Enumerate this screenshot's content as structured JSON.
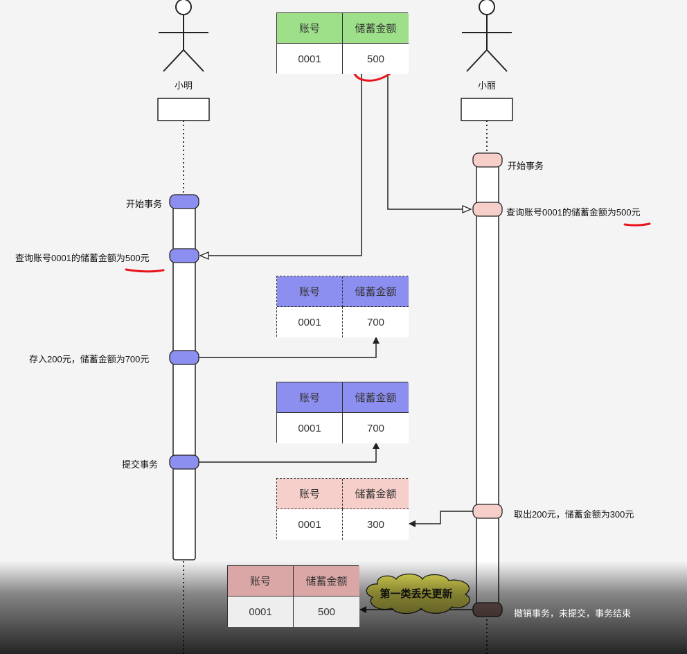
{
  "actors": {
    "left": {
      "name": "小明"
    },
    "right": {
      "name": "小丽"
    }
  },
  "table_headers": {
    "account": "账号",
    "balance": "储蓄金额"
  },
  "tables": [
    {
      "id": "initial",
      "account": "0001",
      "balance": "500"
    },
    {
      "id": "after-deposit-uncommitted",
      "account": "0001",
      "balance": "700"
    },
    {
      "id": "after-commit",
      "account": "0001",
      "balance": "700"
    },
    {
      "id": "after-withdraw-uncommitted",
      "account": "0001",
      "balance": "300"
    },
    {
      "id": "after-rollback",
      "account": "0001",
      "balance": "500"
    }
  ],
  "left_steps": {
    "begin": "开始事务",
    "query": "查询账号0001的储蓄金额为500元",
    "deposit": "存入200元，储蓄金额为700元",
    "commit": "提交事务"
  },
  "right_steps": {
    "begin": "开始事务",
    "query": "查询账号0001的储蓄金额为500元",
    "withdraw": "取出200元，储蓄金额为300元",
    "rollback": "撤销事务，未提交，事务结束"
  },
  "callout": {
    "text": "第一类丢失更新"
  },
  "colors": {
    "green_header": "#9ee08a",
    "blue": "#8d8ff0",
    "pink": "#f7cfca",
    "rose": "#dba6a6",
    "rollback_node": "#a07b78",
    "annotation_red": "#e8151b",
    "callout_fill": "#f0eb5a"
  }
}
